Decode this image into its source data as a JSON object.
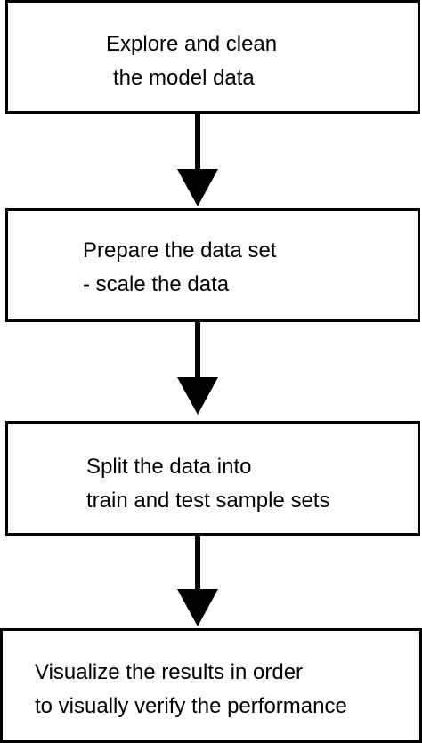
{
  "flowchart": {
    "steps": [
      {
        "line1": "Explore and clean",
        "line2": "the model data"
      },
      {
        "line1": "Prepare the data set",
        "line2": "- scale the data"
      },
      {
        "line1": "Split the data into",
        "line2": "train and test sample sets"
      },
      {
        "line1": "Visualize the results in order",
        "line2": "to visually verify the performance"
      }
    ],
    "colors": {
      "stroke": "#000000",
      "background": "#ffffff"
    }
  }
}
